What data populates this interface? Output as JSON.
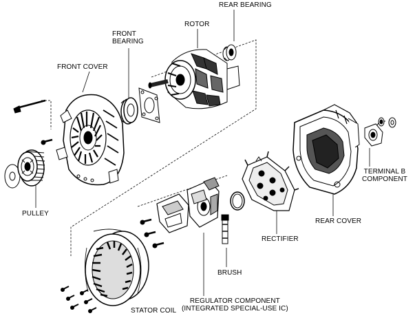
{
  "diagram": {
    "labels": {
      "rear_bearing": "REAR BEARING",
      "rotor": "ROTOR",
      "front_bearing": [
        "FRONT",
        "BEARING"
      ],
      "front_cover": "FRONT COVER",
      "terminal_b": [
        "TERMINAL B",
        "COMPONENT"
      ],
      "pulley": "PULLEY",
      "rear_cover": "REAR COVER",
      "rectifier": "RECTIFIER",
      "brush": "BRUSH",
      "stator_coil": "STATOR COIL",
      "regulator": [
        "REGULATOR COMPONENT",
        "(INTEGRATED SPECIAL-USE IC)"
      ]
    },
    "colors": {
      "line": "#000000",
      "background": "#ffffff",
      "shade": "#9a9a9a"
    }
  }
}
